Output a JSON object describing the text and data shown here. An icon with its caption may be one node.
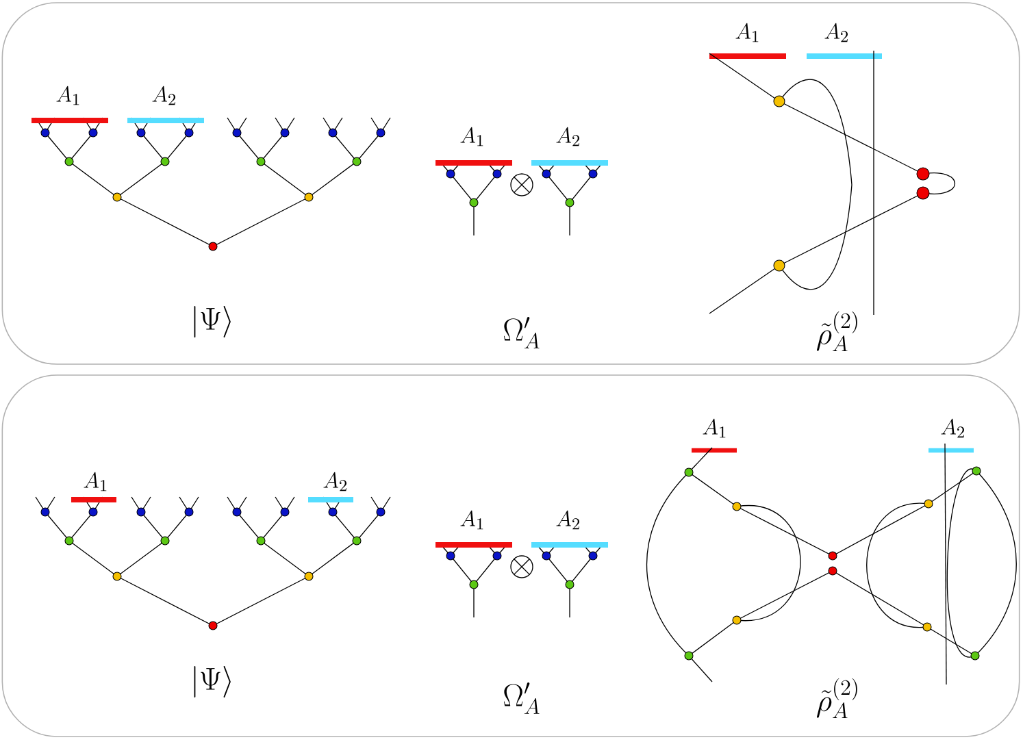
{
  "diagram": {
    "nodes": [
      {
        "text": [
          "A_1",
          "A_2",
          "|\\Psi\\rangle",
          "A_1",
          "A_2",
          "\\Omega'_A",
          "A_1",
          "A_2",
          "\\tilde{\\rho}_A^{(2)}"
        ]
      },
      {
        "text": [
          "A_1",
          "A_2",
          "|\\Psi\\rangle",
          "A_1",
          "A_2",
          "\\Omega'_A",
          "A_1",
          "A_2",
          "\\tilde{\\rho}_A^{(2)}"
        ]
      }
    ]
  }
}
